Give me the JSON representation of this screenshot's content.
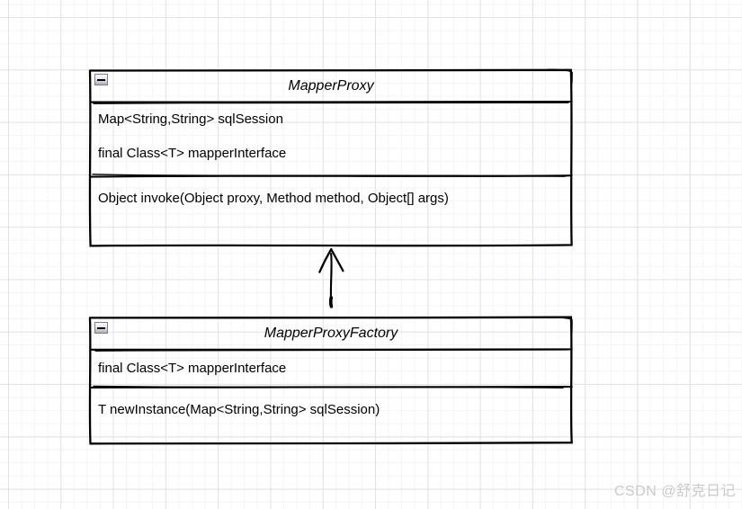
{
  "classes": [
    {
      "title": "MapperProxy",
      "fields": [
        "Map<String,String> sqlSession",
        "final Class<T> mapperInterface"
      ],
      "methods": [
        "Object invoke(Object proxy, Method method, Object[] args)"
      ]
    },
    {
      "title": "MapperProxyFactory",
      "fields": [
        "final Class<T> mapperInterface"
      ],
      "methods": [
        "T newInstance(Map<String,String> sqlSession)"
      ]
    }
  ],
  "relation": {
    "type": "open-arrow",
    "from": "MapperProxyFactory",
    "to": "MapperProxy",
    "direction": "up"
  },
  "icons": {
    "collapse": "minus-icon"
  },
  "watermark": {
    "text": "CSDN @舒克日记"
  },
  "colors": {
    "line": "#000000",
    "background": "#ffffff",
    "grid_minor": "#f4f4f7",
    "grid_major": "#e3e3e7",
    "watermark": "#c9c9c9",
    "collapse_button_border": "#808080",
    "collapse_button_gradient_top": "#fdfdfd",
    "collapse_button_gradient_bottom": "#a9b1c1"
  }
}
